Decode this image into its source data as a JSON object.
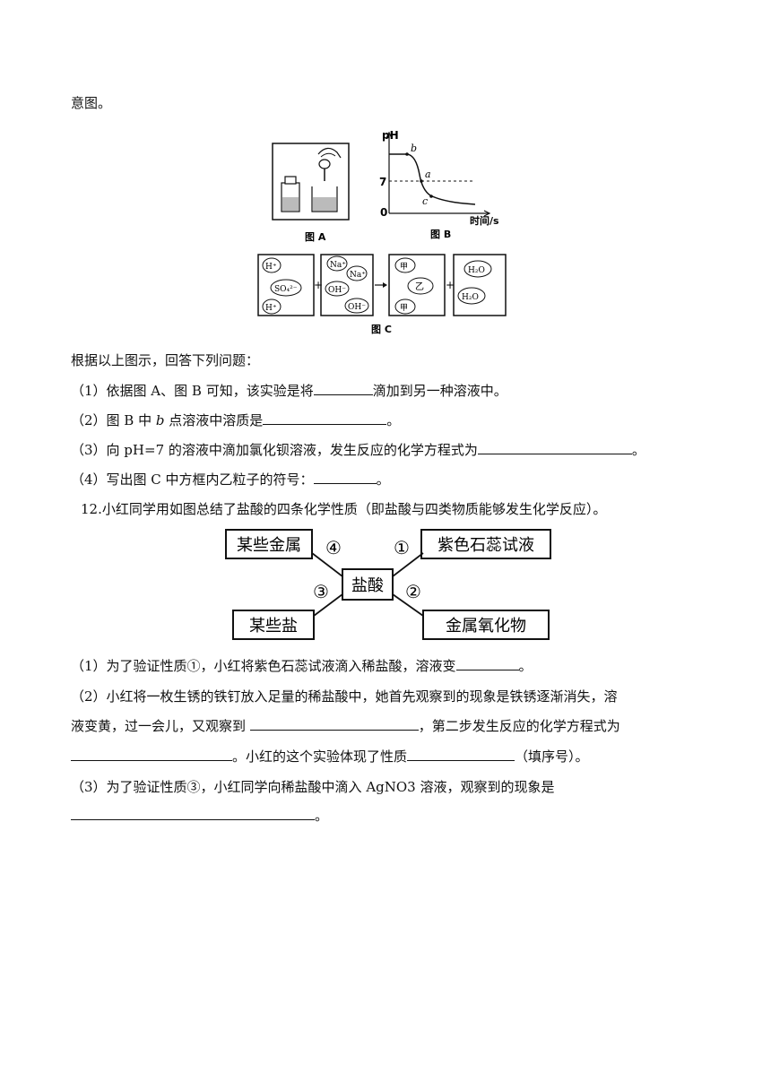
{
  "intro_tail": "意图。",
  "figA": {
    "caption": "图 A"
  },
  "figB": {
    "caption": "图 B",
    "y_label": "pH",
    "x_label": "时间/s",
    "tick_7": "7",
    "tick_0": "0",
    "point_a": "a",
    "point_b": "b",
    "point_c": "c"
  },
  "figC": {
    "caption": "图 C",
    "box1": [
      "H⁺",
      "SO₄²⁻",
      "H⁺"
    ],
    "box2": [
      "Na⁺",
      "Na⁺",
      "OH⁻",
      "OH⁻"
    ],
    "box3": [
      "甲",
      "乙",
      "甲"
    ],
    "box4": [
      "H₂O",
      "H₂O"
    ],
    "plus": "+"
  },
  "q11": {
    "prompt": "根据以上图示，回答下列问题：",
    "p1_a": "（1）依据图 A、图 B 可知，该实验是将",
    "p1_b": "滴加到另一种溶液中。",
    "p2_a": "（2）图 B 中 ",
    "p2_italic": "b",
    "p2_b": " 点溶液中溶质是",
    "p2_c": "。",
    "p3_a": "（3）向 pH=7 的溶液中滴加氯化钡溶液，发生反应的化学方程式为",
    "p3_b": "。",
    "p4_a": "（4）写出图 C 中方框内乙粒子的符号：",
    "p4_b": "。"
  },
  "q12": {
    "stem": "12.小红同学用如图总结了盐酸的四条化学性质（即盐酸与四类物质能够发生化学反应）。",
    "diagram": {
      "center": "盐酸",
      "top_left": "某些金属",
      "top_right": "紫色石蕊试液",
      "bottom_left": "某些盐",
      "bottom_right": "金属氧化物",
      "n1": "①",
      "n2": "②",
      "n3": "③",
      "n4": "④"
    },
    "p1_a": "（1）为了验证性质①，小红将紫色石蕊试液滴入稀盐酸，溶液变",
    "p1_b": "。",
    "p2_line1": "（2）小红将一枚生锈的铁钉放入足量的稀盐酸中，她首先观察到的现象是铁锈逐渐消失，溶",
    "p2_line2_a": "液变黄，过一会儿，又观察到 ",
    "p2_line2_b": "，第二步发生反应的化学方程式为",
    "p2_line3_a": "。小红的这个实验体现了性质",
    "p2_line3_b": "（填序号）。",
    "p3_a": "（3）为了验证性质③，小红同学向稀盐酸中滴入 AgNO3 溶液，观察到的现象是",
    "p3_b": "。"
  }
}
